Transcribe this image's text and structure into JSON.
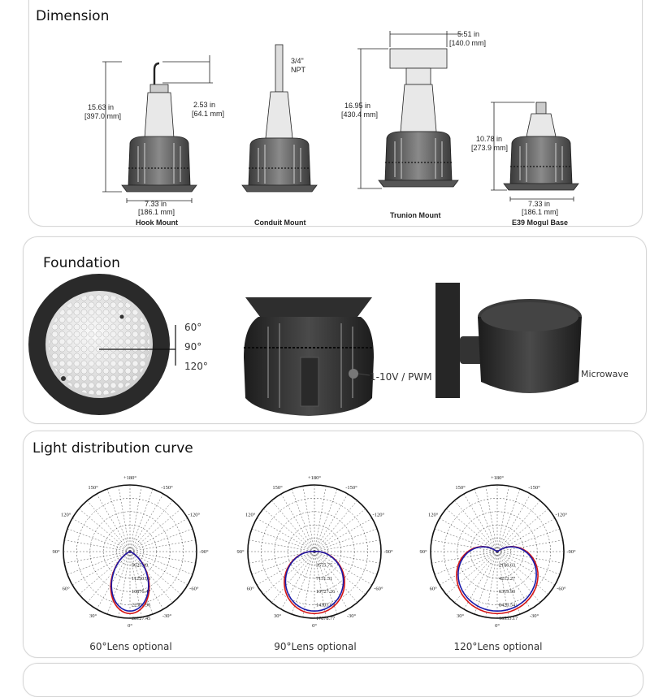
{
  "dimension": {
    "title": "Dimension",
    "hook": {
      "label": "Hook Mount",
      "height_in": "15.63 in",
      "height_mm": "[397.0 mm]",
      "hook_in": "2.53 in",
      "hook_mm": "[64.1 mm]",
      "width_in": "7.33 in",
      "width_mm": "[186.1 mm]"
    },
    "conduit": {
      "label": "Conduit Mount",
      "npt_1": "3/4\"",
      "npt_2": "NPT"
    },
    "trunion": {
      "label": "Trunion Mount",
      "height_in": "16.95 in",
      "height_mm": "[430.4 mm]",
      "top_in": "5.51 in",
      "top_mm": "[140.0 mm]"
    },
    "mogul": {
      "label": "E39 Mogul Base",
      "height_in": "10.78 in",
      "height_mm": "[273.9 mm]",
      "width_in": "7.33 in",
      "width_mm": "[186.1 mm]"
    }
  },
  "foundation": {
    "title": "Foundation",
    "angles": [
      "60°",
      "90°",
      "120°"
    ],
    "dimming": "1-10V / PWM",
    "sensor": "Microwave"
  },
  "distribution": {
    "title": "Light distribution curve",
    "angle_labels": [
      "+180°",
      "-150°",
      "150°",
      "-120°",
      "120°",
      "-90°",
      "90°",
      "-60°",
      "60°",
      "-30°",
      "30°",
      "0°"
    ],
    "colors": {
      "blue": "#1a1aa8",
      "red": "#d41515"
    },
    "curves": [
      {
        "caption": "60°Lens optional",
        "values": [
          "5625.49",
          "11250.98",
          "16876.47",
          "22501.96",
          "28127.45"
        ]
      },
      {
        "caption": "90°Lens optional",
        "values": [
          "3575.75",
          "7151.51",
          "10727.26",
          "14303.02",
          "17878.77"
        ]
      },
      {
        "caption": "120°Lens optional",
        "values": [
          "2106.63",
          "4213.27",
          "6319.90",
          "8426.54",
          "10533.17"
        ]
      }
    ]
  }
}
